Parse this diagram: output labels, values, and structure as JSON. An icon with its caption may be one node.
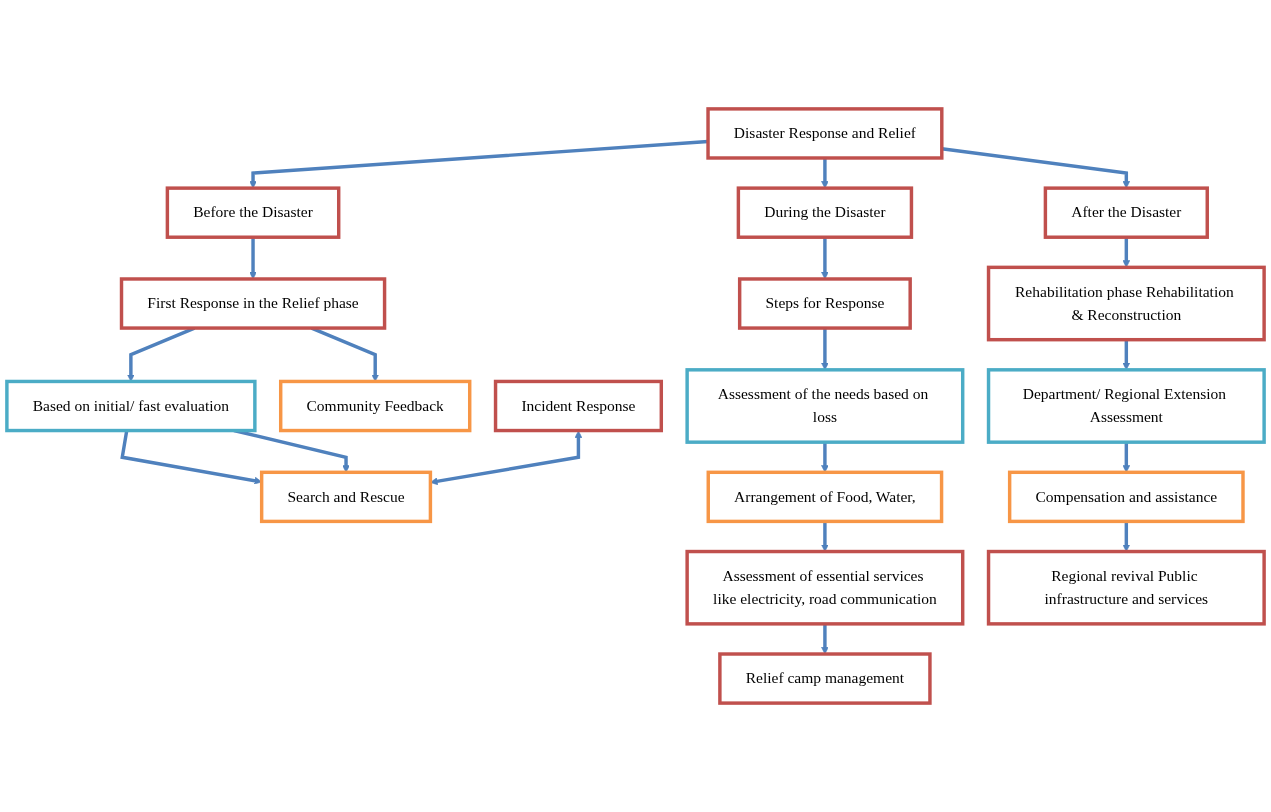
{
  "diagram": {
    "nodes": [
      {
        "text": [
          "Disaster Response and Relief"
        ]
      },
      {
        "text": [
          "Before the Disaster"
        ]
      },
      {
        "text": [
          "During the Disaster"
        ]
      },
      {
        "text": [
          "After the Disaster"
        ]
      },
      {
        "text": [
          "First Response in the Relief phase"
        ]
      },
      {
        "text": [
          "Based on initial/ fast evaluation"
        ]
      },
      {
        "text": [
          "Community Feedback"
        ]
      },
      {
        "text": [
          "Search and Rescue"
        ]
      },
      {
        "text": [
          "Incident Response"
        ]
      },
      {
        "text": [
          "Steps for Response"
        ]
      },
      {
        "text": [
          "Assessment of the needs based on loss"
        ]
      },
      {
        "text": [
          "Arrangement of Food, Water,"
        ]
      },
      {
        "text": [
          "Assessment of essential services like electricity, road communication"
        ]
      },
      {
        "text": [
          "Relief camp management"
        ]
      },
      {
        "text": [
          "Rehabilitation phase Rehabilitation & Reconstruction"
        ]
      },
      {
        "text": [
          "Department/ Regional Extension Assessment"
        ]
      },
      {
        "text": [
          "Compensation and assistance"
        ]
      },
      {
        "text": [
          "Regional revival Public infrastructure and services"
        ]
      }
    ],
    "edges": [
      {
        "from": 0,
        "to": 1,
        "arrow": "to"
      },
      {
        "from": 0,
        "to": 2,
        "arrow": "to"
      },
      {
        "from": 0,
        "to": 3,
        "arrow": "to"
      },
      {
        "from": 1,
        "to": 4,
        "arrow": "to"
      },
      {
        "from": 4,
        "to": 6,
        "arrow": "to"
      },
      {
        "from": 4,
        "to": 5,
        "arrow": "to"
      },
      {
        "from": 5,
        "to": 7,
        "arrow": "to"
      },
      {
        "from": 5,
        "to": 7,
        "arrow": "to"
      },
      {
        "from": 8,
        "to": 7,
        "arrow": "both"
      },
      {
        "from": 2,
        "to": 9,
        "arrow": "to"
      },
      {
        "from": 9,
        "to": 10,
        "arrow": "to"
      },
      {
        "from": 10,
        "to": 11,
        "arrow": "to"
      },
      {
        "from": 11,
        "to": 12,
        "arrow": "to"
      },
      {
        "from": 12,
        "to": 13,
        "arrow": "to"
      },
      {
        "from": 3,
        "to": 14,
        "arrow": "to"
      },
      {
        "from": 14,
        "to": 15,
        "arrow": "to"
      },
      {
        "from": 15,
        "to": 16,
        "arrow": "to"
      },
      {
        "from": 16,
        "to": 17,
        "arrow": "to"
      }
    ]
  }
}
